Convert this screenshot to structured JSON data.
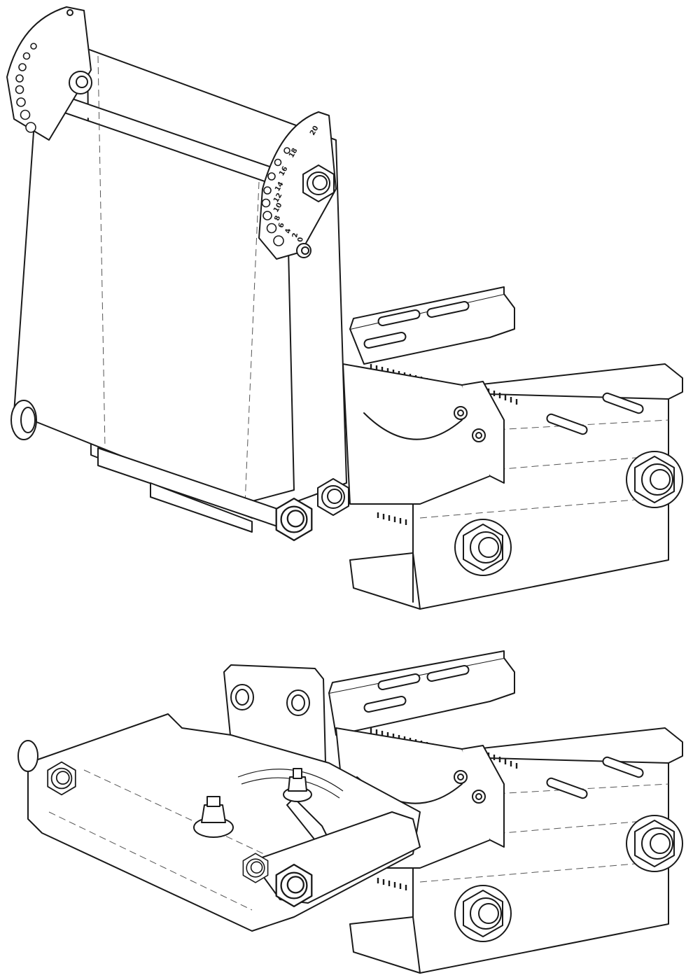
{
  "figure": {
    "views": [
      {
        "id": "top-view",
        "description": ""
      },
      {
        "id": "bottom-view",
        "description": ""
      }
    ],
    "scale_marks": [
      "0",
      "2",
      "4",
      "6",
      "8",
      "10",
      "12",
      "14",
      "16",
      "18",
      "20"
    ]
  }
}
